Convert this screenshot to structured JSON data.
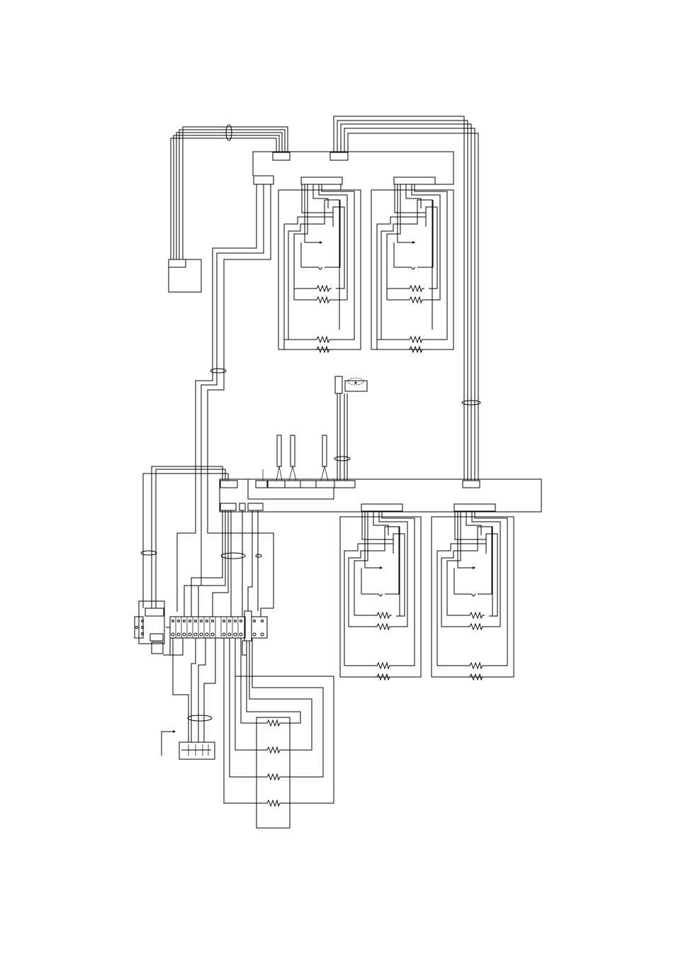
{
  "diagram": {
    "kind": "wiring-diagram",
    "text_labels": [],
    "components": {
      "upper_heater_assemblies": 2,
      "lower_heater_assemblies": 2,
      "heater_elements_per_assembly": 4,
      "bottom_heater_elements": 4
    },
    "color": "#000000"
  }
}
